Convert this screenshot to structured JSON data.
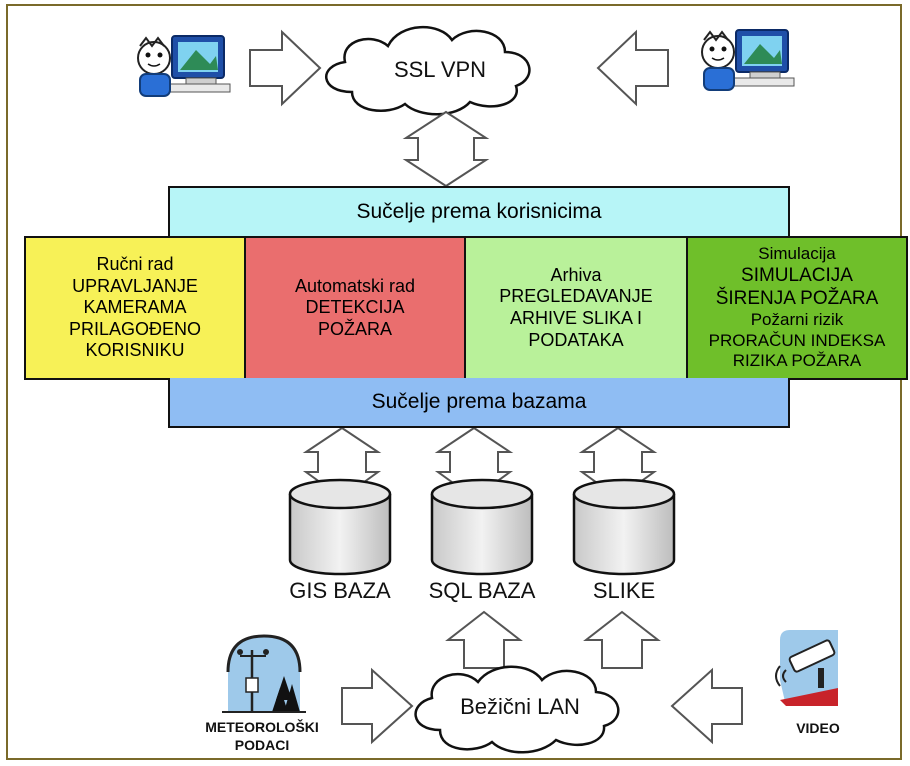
{
  "cloud_top": "SSL VPN",
  "cloud_bottom": "Bežični LAN",
  "user_interface": "Sučelje prema korisnicima",
  "db_interface": "Sučelje prema bazama",
  "modules": [
    {
      "lines": [
        "Ručni rad",
        "UPRAVLJANJE",
        "KAMERAMA",
        "PRILAGOĐENO",
        "KORISNIKU"
      ],
      "color": "#f7f157"
    },
    {
      "lines": [
        "Automatski rad",
        "DETEKCIJA",
        "POŽARA"
      ],
      "color": "#ea6e6e"
    },
    {
      "lines": [
        "Arhiva",
        "PREGLEDAVANJE",
        "ARHIVE SLIKA I",
        "PODATAKA"
      ],
      "color": "#b9f19a"
    },
    {
      "lines": [
        "Simulacija",
        "SIMULACIJA",
        "ŠIRENJA POŽARA",
        "Požarni rizik",
        "PRORAČUN INDEKSA",
        "RIZIKA POŽARA"
      ],
      "color": "#6fbf2a"
    }
  ],
  "databases": [
    "GIS BAZA",
    "SQL BAZA",
    "SLIKE"
  ],
  "sources": {
    "meteo_line1": "METEOROLOŠKI",
    "meteo_line2": "PODACI",
    "video": "VIDEO"
  },
  "colors": {
    "user_interface": "#b7f5f7",
    "db_interface": "#8fbdf3",
    "frame": "#7a6a2a"
  }
}
